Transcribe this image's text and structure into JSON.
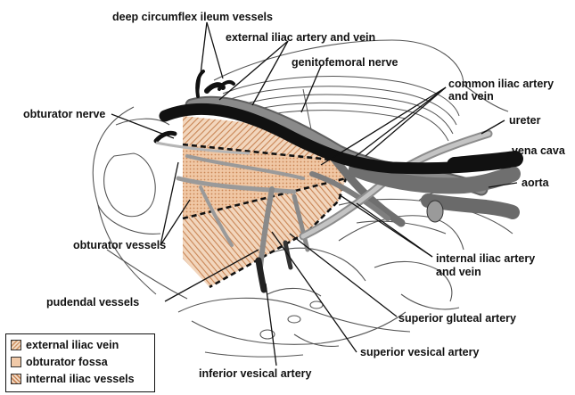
{
  "labels": {
    "deep_circumflex": "deep circumflex ileum vessels",
    "external_iliac": "external iliac artery and vein",
    "genitofemoral": "genitofemoral nerve",
    "common_iliac_1": "common iliac artery",
    "common_iliac_2": "and vein",
    "obturator_nerve": "obturator nerve",
    "ureter": "ureter",
    "vena_cava": "vena cava",
    "aorta": "aorta",
    "obturator_vessels": "obturator vessels",
    "internal_iliac_1": "internal iliac artery",
    "internal_iliac_2": "and vein",
    "pudendal": "pudendal  vessels",
    "superior_gluteal": "superior gluteal artery",
    "superior_vesical": "superior vesical artery",
    "inferior_vesical": "inferior vesical artery"
  },
  "legend": {
    "external_iliac_vein": "external iliac vein",
    "obturator_fossa": "obturator fossa",
    "internal_iliac_vessels": "internal iliac vessels"
  },
  "colors": {
    "vessel_dark": "#111111",
    "vessel_gray": "#7a7a7a",
    "region_fill": "#e9b48c",
    "outline": "#555555"
  }
}
